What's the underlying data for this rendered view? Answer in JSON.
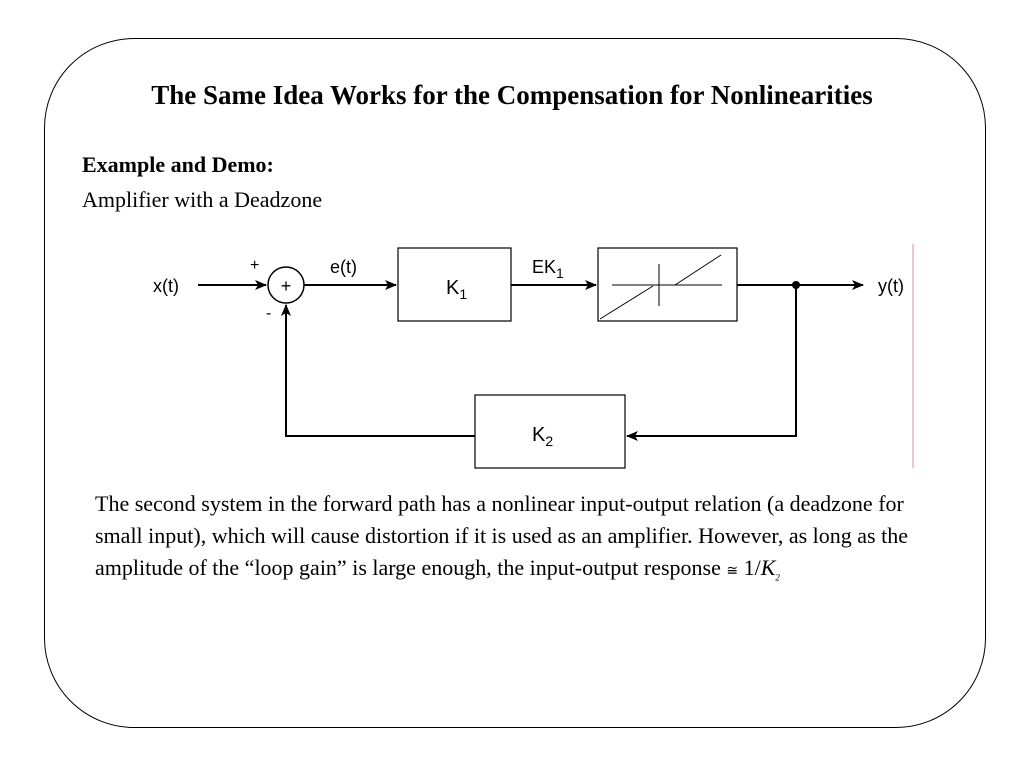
{
  "slide": {
    "title": "The Same Idea Works for the Compensation for Nonlinearities",
    "subhead": "Example and Demo:",
    "subtitle": "Amplifier with a Deadzone"
  },
  "diagram": {
    "input_label": "x(t)",
    "output_label": "y(t)",
    "plus_sign": "+",
    "minus_sign": "-",
    "summer_symbol": "+",
    "error_label": "e(t)",
    "forward_block": {
      "base": "K",
      "sub": "1"
    },
    "intermediate_label": {
      "base": "EK",
      "sub": "1"
    },
    "feedback_block": {
      "base": "K",
      "sub": "2"
    },
    "nonlinear_block": "deadzone-characteristic"
  },
  "body": {
    "text": "The second system in the forward path has a nonlinear input-output relation (a deadzone for small input), which will cause distortion if it is used as an amplifier. However, as long as the amplitude of the “loop gain” is large enough, the input-output response",
    "approx_symbol": "≅",
    "ratio_prefix": "1/",
    "ratio_base": "K",
    "ratio_sub": "2"
  },
  "colors": {
    "accent_line": "#e8a0a0"
  }
}
